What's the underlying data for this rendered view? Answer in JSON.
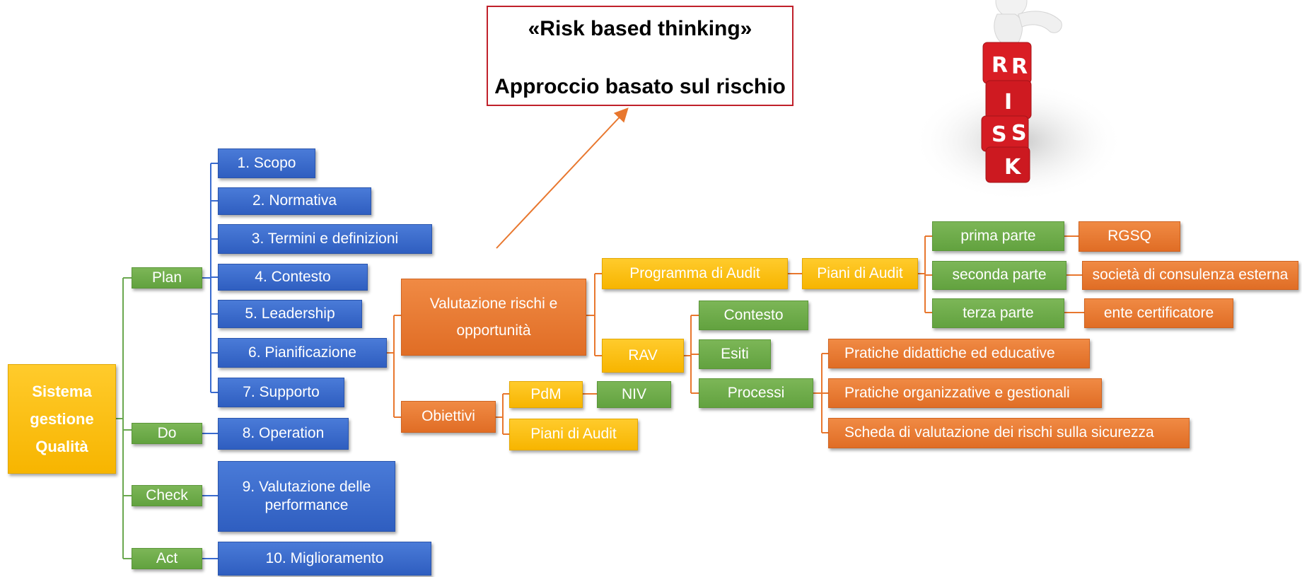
{
  "title": {
    "line1": "«Risk based thinking»",
    "line2": "Approccio basato sul rischio"
  },
  "illustration": {
    "letters": [
      "R",
      "I",
      "S",
      "K"
    ]
  },
  "root": "Sistema gestione Qualità",
  "pdca": {
    "plan": "Plan",
    "do": "Do",
    "check": "Check",
    "act": "Act"
  },
  "clauses": {
    "c1": "1. Scopo",
    "c2": "2. Normativa",
    "c3": "3. Termini e definizioni",
    "c4": "4. Contesto",
    "c5": "5. Leadership",
    "c6": "6. Pianificazione",
    "c7": "7. Supporto",
    "c8": "8. Operation",
    "c9": "9. Valutazione delle performance",
    "c10": "10. Miglioramento"
  },
  "valutazione": "Valutazione rischi e opportunità",
  "obiettivi": "Obiettivi",
  "programma_audit": "Programma di Audit",
  "piani_audit": "Piani di Audit",
  "parti": {
    "prima": "prima parte",
    "seconda": "seconda parte",
    "terza": "terza parte"
  },
  "auditors": {
    "prima": "RGSQ",
    "seconda": "società di consulenza esterna",
    "terza": "ente certificatore"
  },
  "rav": "RAV",
  "rav_items": {
    "contesto": "Contesto",
    "esiti": "Esiti",
    "processi": "Processi"
  },
  "pratiche": {
    "didattiche": "Pratiche didattiche ed educative",
    "organizzative": "Pratiche organizzative e gestionali",
    "scheda": "Scheda di valutazione dei rischi sulla sicurezza"
  },
  "pdm": "PdM",
  "niv": "NIV",
  "piani_audit_2": "Piani di Audit",
  "colors": {
    "blue": "#3a6bcf",
    "green": "#6aa84f",
    "orange": "#e8772e",
    "yellow": "#fcbf10",
    "border_red": "#c0202a"
  }
}
